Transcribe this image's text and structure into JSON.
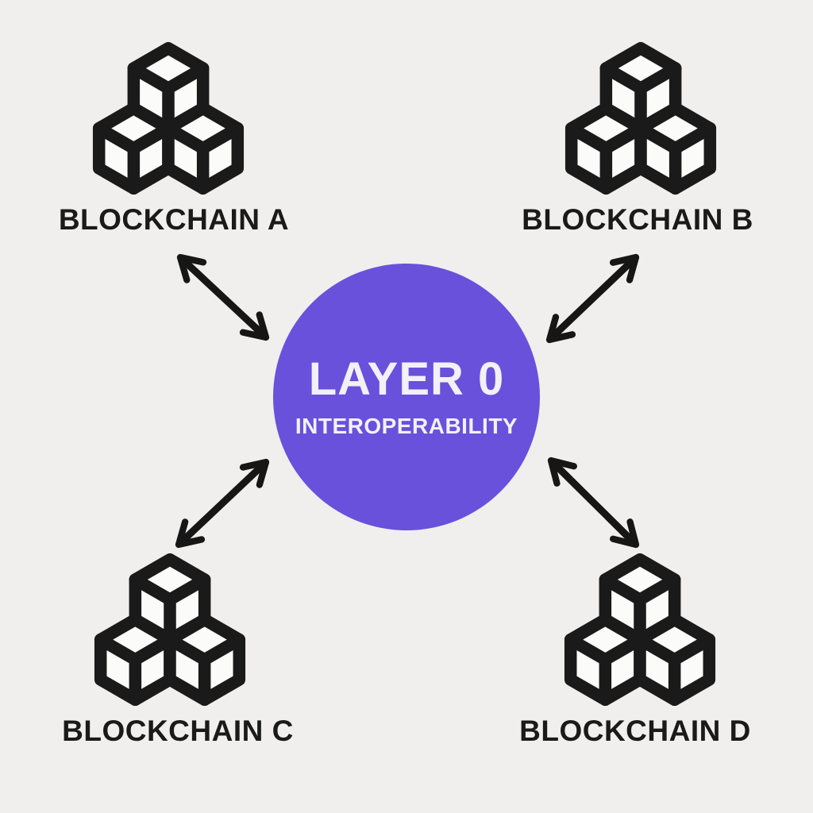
{
  "diagram": {
    "hub": {
      "title": "LAYER 0",
      "subtitle": "INTEROPERABILITY",
      "shape": "circle",
      "color": "#6951DC",
      "text_color": "#F2F1F7"
    },
    "nodes": [
      {
        "id": "blockchain-a",
        "label": "BLOCKCHAIN A",
        "icon": "cube-stack-icon",
        "position": "top-left"
      },
      {
        "id": "blockchain-b",
        "label": "BLOCKCHAIN B",
        "icon": "cube-stack-icon",
        "position": "top-right"
      },
      {
        "id": "blockchain-c",
        "label": "BLOCKCHAIN C",
        "icon": "cube-stack-icon",
        "position": "bottom-left"
      },
      {
        "id": "blockchain-d",
        "label": "BLOCKCHAIN D",
        "icon": "cube-stack-icon",
        "position": "bottom-right"
      }
    ],
    "connections": [
      {
        "from": "blockchain-a",
        "to": "layer-0-hub",
        "bidirectional": true
      },
      {
        "from": "blockchain-b",
        "to": "layer-0-hub",
        "bidirectional": true
      },
      {
        "from": "blockchain-c",
        "to": "layer-0-hub",
        "bidirectional": true
      },
      {
        "from": "blockchain-d",
        "to": "layer-0-hub",
        "bidirectional": true
      }
    ],
    "colors": {
      "background": "#F0EFED",
      "ink": "#1A1A1A",
      "accent": "#6951DC",
      "cube_face": "#FBFBFA"
    }
  }
}
